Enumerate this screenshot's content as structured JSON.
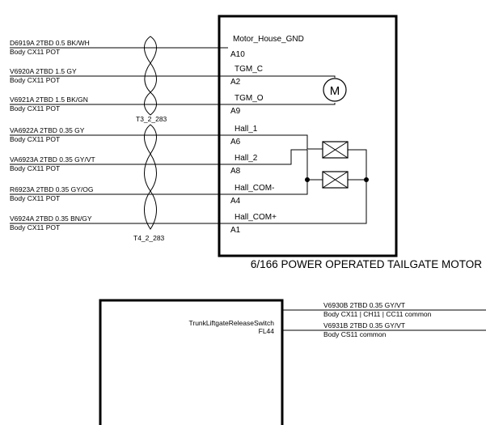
{
  "wires_left": [
    {
      "code": "D6919A  2TBD 0.5 BK/WH",
      "sub": "Body  CX11   POT",
      "pin": "A10",
      "signal": "Motor_House_GND"
    },
    {
      "code": "V6920A  2TBD 1.5 GY",
      "sub": "Body  CX11   POT",
      "pin": "A2",
      "signal": "TGM_C"
    },
    {
      "code": "V6921A  2TBD 1.5 BK/GN",
      "sub": "Body  CX11   POT",
      "pin": "A9",
      "signal": "TGM_O"
    },
    {
      "code": "VA6922A  2TBD 0.35 GY",
      "sub": "Body  CX11   POT",
      "pin": "A6",
      "signal": "Hall_1"
    },
    {
      "code": "VA6923A  2TBD 0.35 GY/VT",
      "sub": "Body  CX11   POT",
      "pin": "A8",
      "signal": "Hall_2"
    },
    {
      "code": "R6923A  2TBD 0.35 GY/OG",
      "sub": "Body  CX11   POT",
      "pin": "A4",
      "signal": "Hall_COM-"
    },
    {
      "code": "V6924A  2TBD 0.35 BN/GY",
      "sub": "Body  CX11   POT",
      "pin": "A1",
      "signal": "Hall_COM+"
    }
  ],
  "twist_labels": [
    "T3_2_283",
    "T4_2_283"
  ],
  "motor_symbol": "M",
  "motor_title": "6/166 POWER OPERATED TAILGATE MOTOR",
  "switch": {
    "name": "TrunkLiftgateReleaseSwitch",
    "pin": "FL44",
    "wires": [
      {
        "code": "V6930B  2TBD 0.35 GY/VT",
        "sub": "Body  CX11 | CH11 | CC11   common"
      },
      {
        "code": "V6931B  2TBD 0.35 GY/VT",
        "sub": "Body  CS11   common"
      }
    ]
  }
}
